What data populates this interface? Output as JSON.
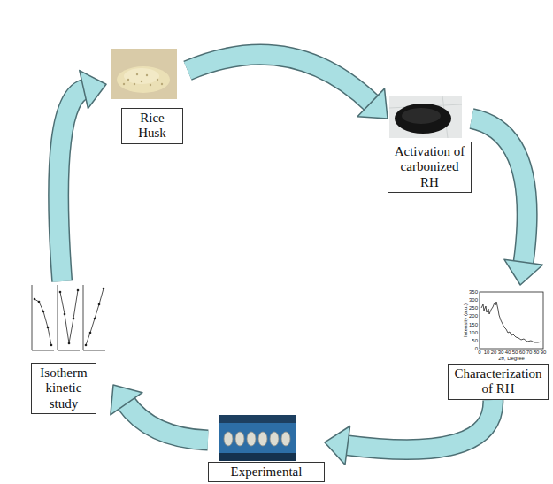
{
  "diagram": {
    "nodes": [
      {
        "text": [
          "Rice Husk"
        ]
      },
      {
        "text": [
          "Activation of carbonized RH"
        ]
      },
      {
        "text": [
          "Characterization of RH"
        ]
      },
      {
        "text": [
          "Experimental"
        ]
      },
      {
        "text": [
          "Isotherm kinetic study"
        ]
      }
    ],
    "edges": [
      {
        "from": 0,
        "to": 1,
        "arrow": "to"
      },
      {
        "from": 1,
        "to": 2,
        "arrow": "to"
      },
      {
        "from": 2,
        "to": 3,
        "arrow": "to"
      },
      {
        "from": 3,
        "to": 4,
        "arrow": "to"
      },
      {
        "from": 4,
        "to": 0,
        "arrow": "to"
      }
    ],
    "labels": [
      "Intensity (a.u.)",
      "2θ, Degree",
      "0",
      "10",
      "20",
      "30",
      "40",
      "50",
      "60",
      "70",
      "80",
      "90",
      "0",
      "50",
      "100",
      "150",
      "200",
      "250",
      "300",
      "350"
    ]
  }
}
